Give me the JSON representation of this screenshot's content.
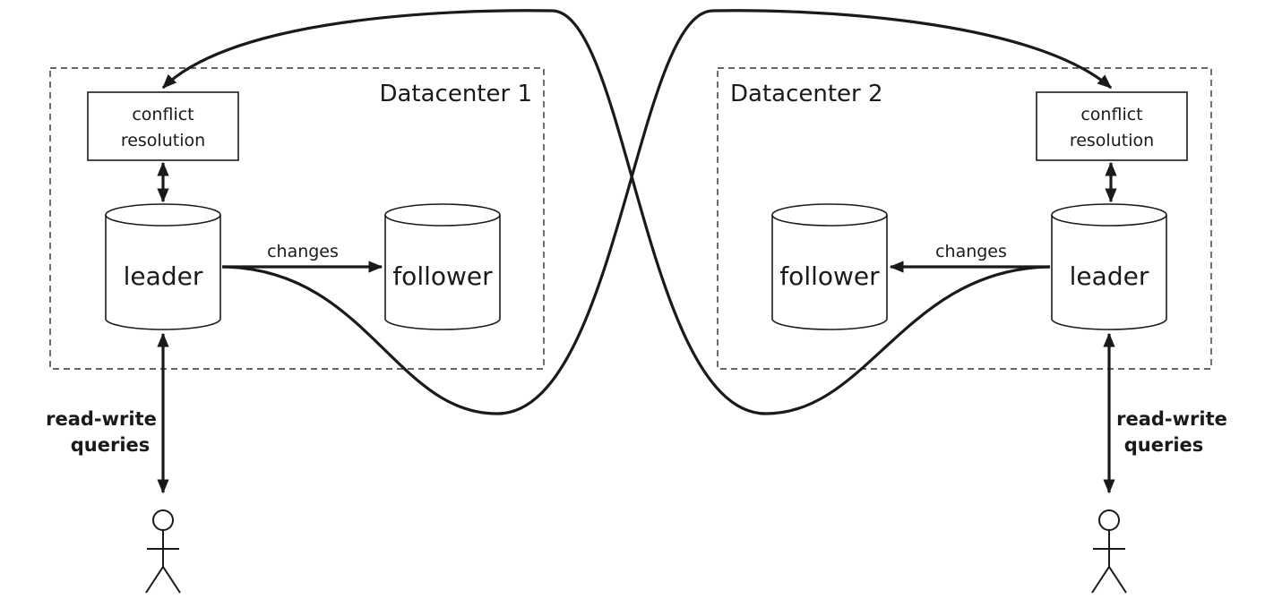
{
  "datacenter1": {
    "title": "Datacenter 1",
    "conflict_resolution": [
      "conflict",
      "resolution"
    ],
    "leader": "leader",
    "follower": "follower",
    "changes": "changes",
    "user_label": [
      "read-write",
      "queries"
    ]
  },
  "datacenter2": {
    "title": "Datacenter 2",
    "conflict_resolution": [
      "conflict",
      "resolution"
    ],
    "leader": "leader",
    "follower": "follower",
    "changes": "changes",
    "user_label": [
      "read-write",
      "queries"
    ]
  },
  "colors": {
    "stroke": "#1a1a1a",
    "background": "#ffffff"
  },
  "icons": [
    "arrowhead",
    "cylinder-database",
    "stick-figure-user"
  ]
}
